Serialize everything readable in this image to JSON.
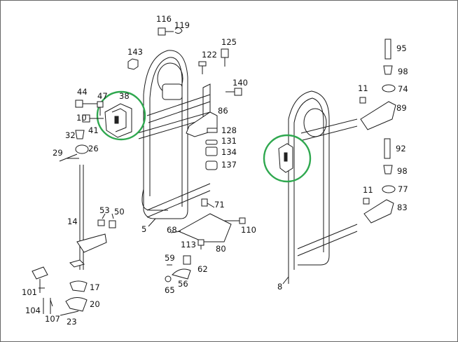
{
  "diagram": {
    "labels": {
      "p116": "116",
      "p119": "119",
      "p125": "125",
      "p143": "143",
      "p122": "122",
      "p140": "140",
      "p44": "44",
      "p47": "47",
      "p38": "38",
      "p86": "86",
      "p128": "128",
      "p131": "131",
      "p134": "134",
      "p137": "137",
      "p10": "10",
      "p41": "41",
      "p32": "32",
      "p29": "29",
      "p26": "26",
      "p14": "14",
      "p53": "53",
      "p50": "50",
      "p5": "5",
      "p71": "71",
      "p110": "110",
      "p68": "68",
      "p113": "113",
      "p80": "80",
      "p59": "59",
      "p62": "62",
      "p56": "56",
      "p65": "65",
      "p101": "101",
      "p17": "17",
      "p20": "20",
      "p104": "104",
      "p107": "107",
      "p23": "23",
      "p95": "95",
      "p98a": "98",
      "p11a": "11",
      "p74": "74",
      "p89": "89",
      "p92": "92",
      "p98b": "98",
      "p11b": "11",
      "p77": "77",
      "p83": "83",
      "p8": "8"
    },
    "highlights": [
      "part-38",
      "right-frame-part"
    ],
    "highlight_color": "#2fa84f"
  }
}
